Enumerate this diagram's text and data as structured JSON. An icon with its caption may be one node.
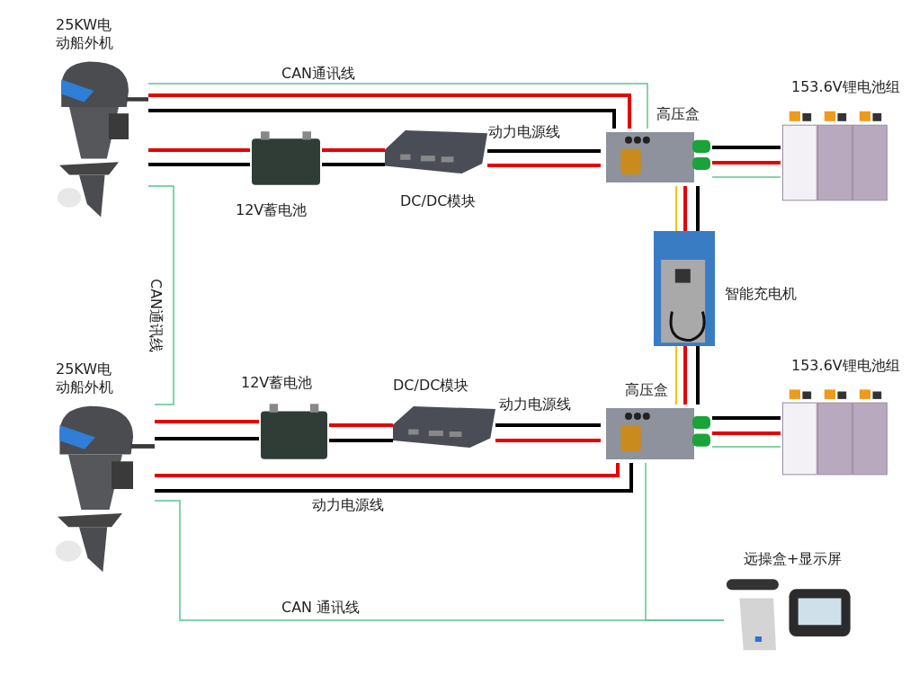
{
  "diagram": {
    "nodes": [
      {
        "text": [
          "25KW电动船外机"
        ]
      },
      {
        "text": [
          "12V蓄电池"
        ]
      },
      {
        "text": [
          "DC/DC模块"
        ]
      },
      {
        "text": [
          "高压盒"
        ]
      },
      {
        "text": [
          "153.6V锂电池组"
        ]
      },
      {
        "text": [
          "智能充电机"
        ]
      },
      {
        "text": [
          "25KW电动船外机"
        ]
      },
      {
        "text": [
          "12V蓄电池"
        ]
      },
      {
        "text": [
          "DC/DC模块"
        ]
      },
      {
        "text": [
          "高压盒"
        ]
      },
      {
        "text": [
          "153.6V锂电池组"
        ]
      },
      {
        "text": [
          "远操盒+显示屏"
        ]
      }
    ],
    "edges": [
      {
        "from": 0,
        "to": 3,
        "arrow": "none",
        "color": "#e60000"
      },
      {
        "from": 0,
        "to": 3,
        "arrow": "none",
        "color": "#000000"
      },
      {
        "from": 0,
        "to": 3,
        "arrow": "none",
        "color": "#5cc490",
        "label": "CAN通讯线"
      },
      {
        "from": 0,
        "to": 1,
        "arrow": "none",
        "color": "#e60000"
      },
      {
        "from": 0,
        "to": 1,
        "arrow": "none",
        "color": "#000000"
      },
      {
        "from": 1,
        "to": 2,
        "arrow": "none",
        "color": "#e60000"
      },
      {
        "from": 1,
        "to": 2,
        "arrow": "none",
        "color": "#000000"
      },
      {
        "from": 2,
        "to": 3,
        "arrow": "none",
        "color": "#000000",
        "label": "动力电源线"
      },
      {
        "from": 2,
        "to": 3,
        "arrow": "none",
        "color": "#e60000"
      },
      {
        "from": 3,
        "to": 4,
        "arrow": "none",
        "color": "#000000"
      },
      {
        "from": 3,
        "to": 4,
        "arrow": "none",
        "color": "#e60000"
      },
      {
        "from": 3,
        "to": 4,
        "arrow": "none",
        "color": "#5cc490"
      },
      {
        "from": 3,
        "to": 5,
        "arrow": "none",
        "color": "#f5c400"
      },
      {
        "from": 3,
        "to": 5,
        "arrow": "none",
        "color": "#e60000"
      },
      {
        "from": 3,
        "to": 5,
        "arrow": "none",
        "color": "#000000"
      },
      {
        "from": 5,
        "to": 9,
        "arrow": "none",
        "color": "#f5c400"
      },
      {
        "from": 5,
        "to": 9,
        "arrow": "none",
        "color": "#e60000"
      },
      {
        "from": 5,
        "to": 9,
        "arrow": "none",
        "color": "#000000"
      },
      {
        "from": 9,
        "to": 10,
        "arrow": "none",
        "color": "#000000"
      },
      {
        "from": 9,
        "to": 10,
        "arrow": "none",
        "color": "#e60000"
      },
      {
        "from": 9,
        "to": 10,
        "arrow": "none",
        "color": "#5cc490"
      },
      {
        "from": 6,
        "to": 7,
        "arrow": "none",
        "color": "#e60000"
      },
      {
        "from": 6,
        "to": 7,
        "arrow": "none",
        "color": "#000000"
      },
      {
        "from": 7,
        "to": 8,
        "arrow": "none",
        "color": "#e60000"
      },
      {
        "from": 7,
        "to": 8,
        "arrow": "none",
        "color": "#000000"
      },
      {
        "from": 8,
        "to": 9,
        "arrow": "none",
        "color": "#000000",
        "label": "动力电源线"
      },
      {
        "from": 8,
        "to": 9,
        "arrow": "none",
        "color": "#e60000"
      },
      {
        "from": 6,
        "to": 9,
        "arrow": "none",
        "color": "#e60000"
      },
      {
        "from": 6,
        "to": 9,
        "arrow": "none",
        "color": "#000000",
        "label": "动力电源线"
      },
      {
        "from": 0,
        "to": 6,
        "arrow": "none",
        "color": "#5cc490",
        "label": "CAN通讯线"
      },
      {
        "from": 6,
        "to": 11,
        "arrow": "none",
        "color": "#5cc490",
        "label": "CAN 通讯线"
      },
      {
        "from": 9,
        "to": 11,
        "arrow": "none",
        "color": "#5cc490"
      }
    ]
  }
}
